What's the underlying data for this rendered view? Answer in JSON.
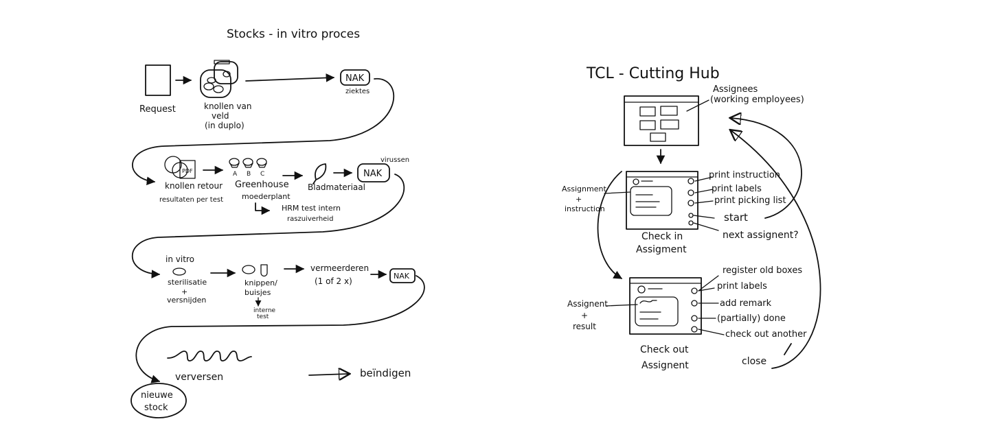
{
  "left": {
    "title": "Stocks - in vitro proces",
    "row1": {
      "request": "Request",
      "knollen_line1": "knollen van",
      "knollen_line2": "veld",
      "knollen_line3": "(in duplo)",
      "nak": "NAK",
      "nak_sub": "ziektes"
    },
    "row2": {
      "pdf": "PDF",
      "retour_line1": "knollen retour",
      "retour_line2": "resultaten per test",
      "abc_a": "A",
      "abc_b": "B",
      "abc_c": "C",
      "greenhouse_line1": "Greenhouse",
      "greenhouse_line2": "moederplant",
      "blad": "Bladmateriaal",
      "nak": "NAK",
      "nak_sup": "virussen",
      "hrm_line1": "HRM test intern",
      "hrm_line2": "raszuiverheid"
    },
    "row3": {
      "invitro": "in vitro",
      "steril_line1": "sterilisatie",
      "steril_line2": "+",
      "steril_line3": "versnijden",
      "knippen_line1": "knippen/",
      "knippen_line2": "buisjes",
      "interne_line1": "interne",
      "interne_line2": "test",
      "vermeerderen_line1": "vermeerderen",
      "vermeerderen_line2": "(1 of 2 x)",
      "nak": "NAK"
    },
    "row4": {
      "verversen": "verversen",
      "beindigen": "beïndigen",
      "nieuwe_line1": "nieuwe",
      "nieuwe_line2": "stock"
    }
  },
  "right": {
    "title": "TCL - Cutting Hub",
    "assignees_line1": "Assignees",
    "assignees_line2": "(working employees)",
    "checkin": {
      "side_line1": "Assignment",
      "side_line2": "+",
      "side_line3": "instruction",
      "actions": [
        "print instruction",
        "print labels",
        "print picking list",
        "start",
        "next assignent?"
      ],
      "caption_line1": "Check in",
      "caption_line2": "Assigment"
    },
    "checkout": {
      "side_line1": "Assignent",
      "side_line2": "+",
      "side_line3": "result",
      "actions": [
        "register old boxes",
        "print labels",
        "add remark",
        "(partially) done",
        "check out another",
        "close"
      ],
      "caption_line1": "Check out",
      "caption_line2": "Assignent"
    }
  }
}
